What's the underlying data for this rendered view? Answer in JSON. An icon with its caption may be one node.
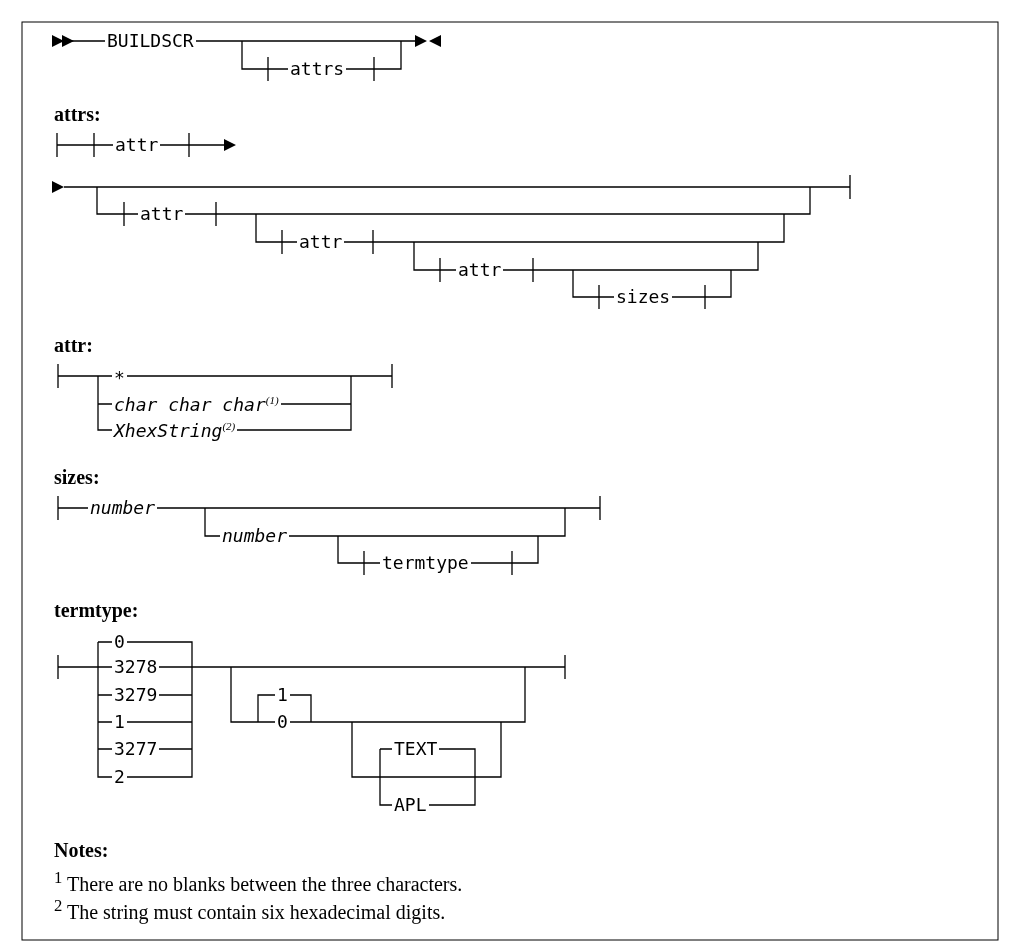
{
  "diagram": {
    "labels": [
      "BUILDSCR",
      "attrs",
      "attrs:",
      "attr",
      "attr",
      "attr",
      "attr",
      "sizes",
      "attr:",
      "*",
      "char char char$^{(1)}$",
      "XhexString$^{(2)}$",
      "sizes:",
      "number",
      "number",
      "termtype",
      "termtype:",
      "0",
      "3278",
      "3279",
      "1",
      "3277",
      "2",
      "1",
      "0",
      "TEXT",
      "APL",
      "Notes:",
      "$^{1}$ There are no blanks between the three characters.",
      "$^{2}$ The string must contain six hexadecimal digits."
    ]
  }
}
